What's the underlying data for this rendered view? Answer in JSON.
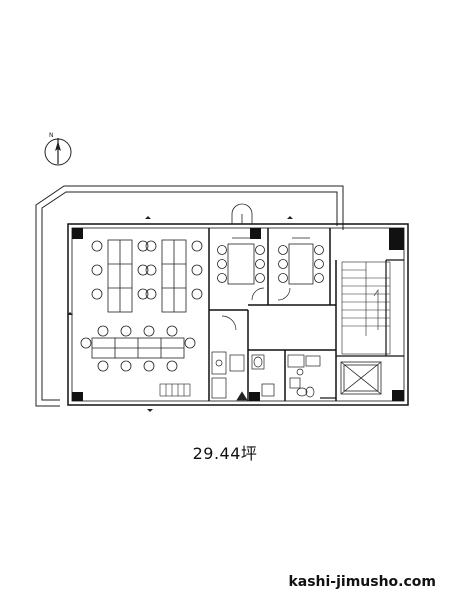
{
  "floorplan": {
    "area": "29.44坪",
    "north_mark": "N",
    "site": "kashi-jimusho.com"
  },
  "colors": {
    "line": "#222222",
    "wall": "#111111",
    "paper": "#ffffff"
  }
}
